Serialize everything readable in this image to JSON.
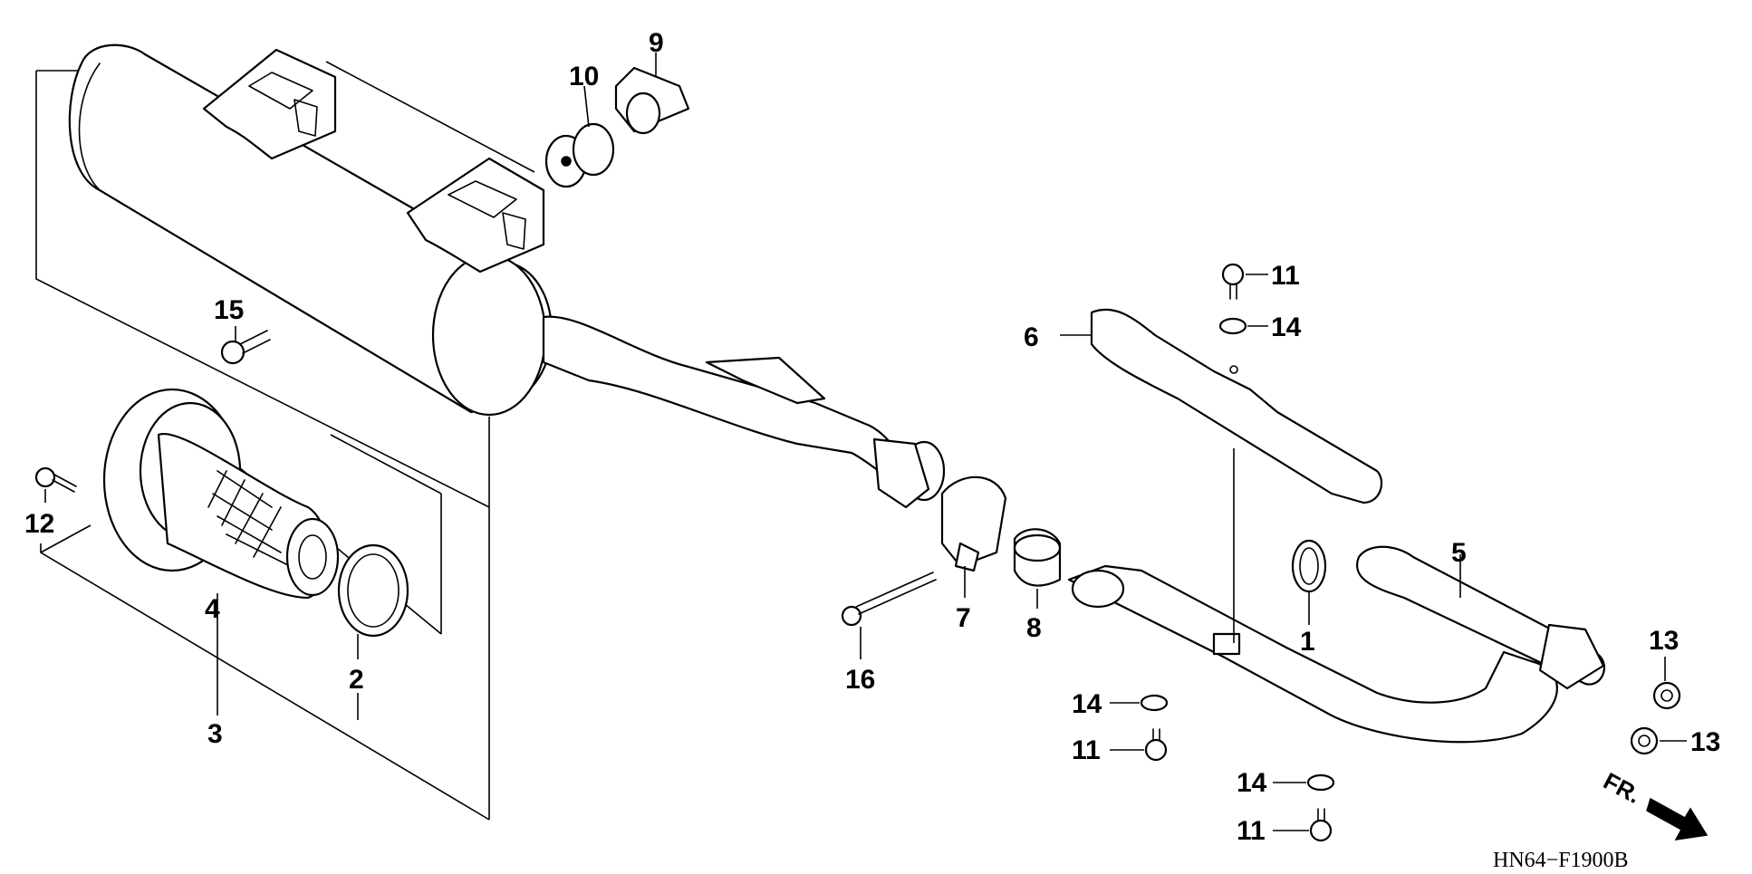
{
  "diagram": {
    "code": "HN64−F1900B",
    "direction_label": "FR.",
    "callouts": [
      {
        "id": "c1",
        "text": "1"
      },
      {
        "id": "c2",
        "text": "2"
      },
      {
        "id": "c3",
        "text": "3"
      },
      {
        "id": "c4",
        "text": "4"
      },
      {
        "id": "c5",
        "text": "5"
      },
      {
        "id": "c6",
        "text": "6"
      },
      {
        "id": "c7",
        "text": "7"
      },
      {
        "id": "c8",
        "text": "8"
      },
      {
        "id": "c9",
        "text": "9"
      },
      {
        "id": "c10",
        "text": "10"
      },
      {
        "id": "c11a",
        "text": "11"
      },
      {
        "id": "c11b",
        "text": "11"
      },
      {
        "id": "c11c",
        "text": "11"
      },
      {
        "id": "c12",
        "text": "12"
      },
      {
        "id": "c13a",
        "text": "13"
      },
      {
        "id": "c13b",
        "text": "13"
      },
      {
        "id": "c14a",
        "text": "14"
      },
      {
        "id": "c14b",
        "text": "14"
      },
      {
        "id": "c14c",
        "text": "14"
      },
      {
        "id": "c15",
        "text": "15"
      },
      {
        "id": "c16",
        "text": "16"
      }
    ]
  }
}
